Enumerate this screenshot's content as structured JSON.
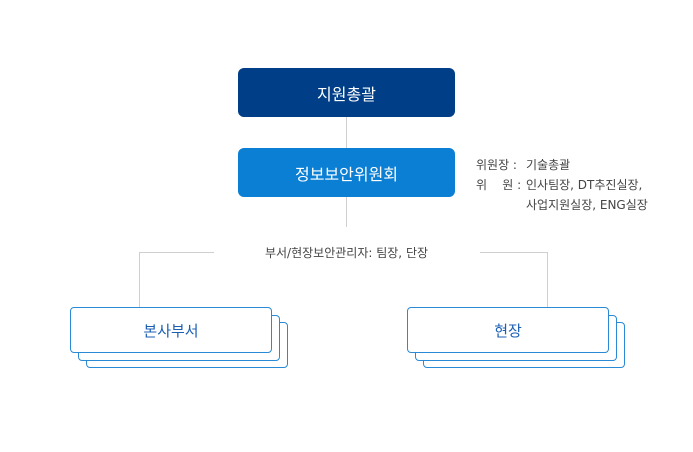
{
  "top_box": {
    "label": "지원총괄"
  },
  "committee_box": {
    "label": "정보보안위원회"
  },
  "committee_info": {
    "chair_label": "위원장 :",
    "chair_value": "기술총괄",
    "members_label": "위    원 :",
    "members_value_line1": "인사팀장, DT추진실장,",
    "members_value_line2": "사업지원실장, ENG실장"
  },
  "branch_label": "부서/현장보안관리자:  팀장, 단장",
  "left_box": {
    "label": "본사부서"
  },
  "right_box": {
    "label": "현장"
  },
  "colors": {
    "dark_blue": "#003f88",
    "mid_blue": "#0b7fd4",
    "border_blue": "#2a8ad6",
    "text_blue": "#1b5fb4",
    "line_gray": "#cfcfcf"
  }
}
